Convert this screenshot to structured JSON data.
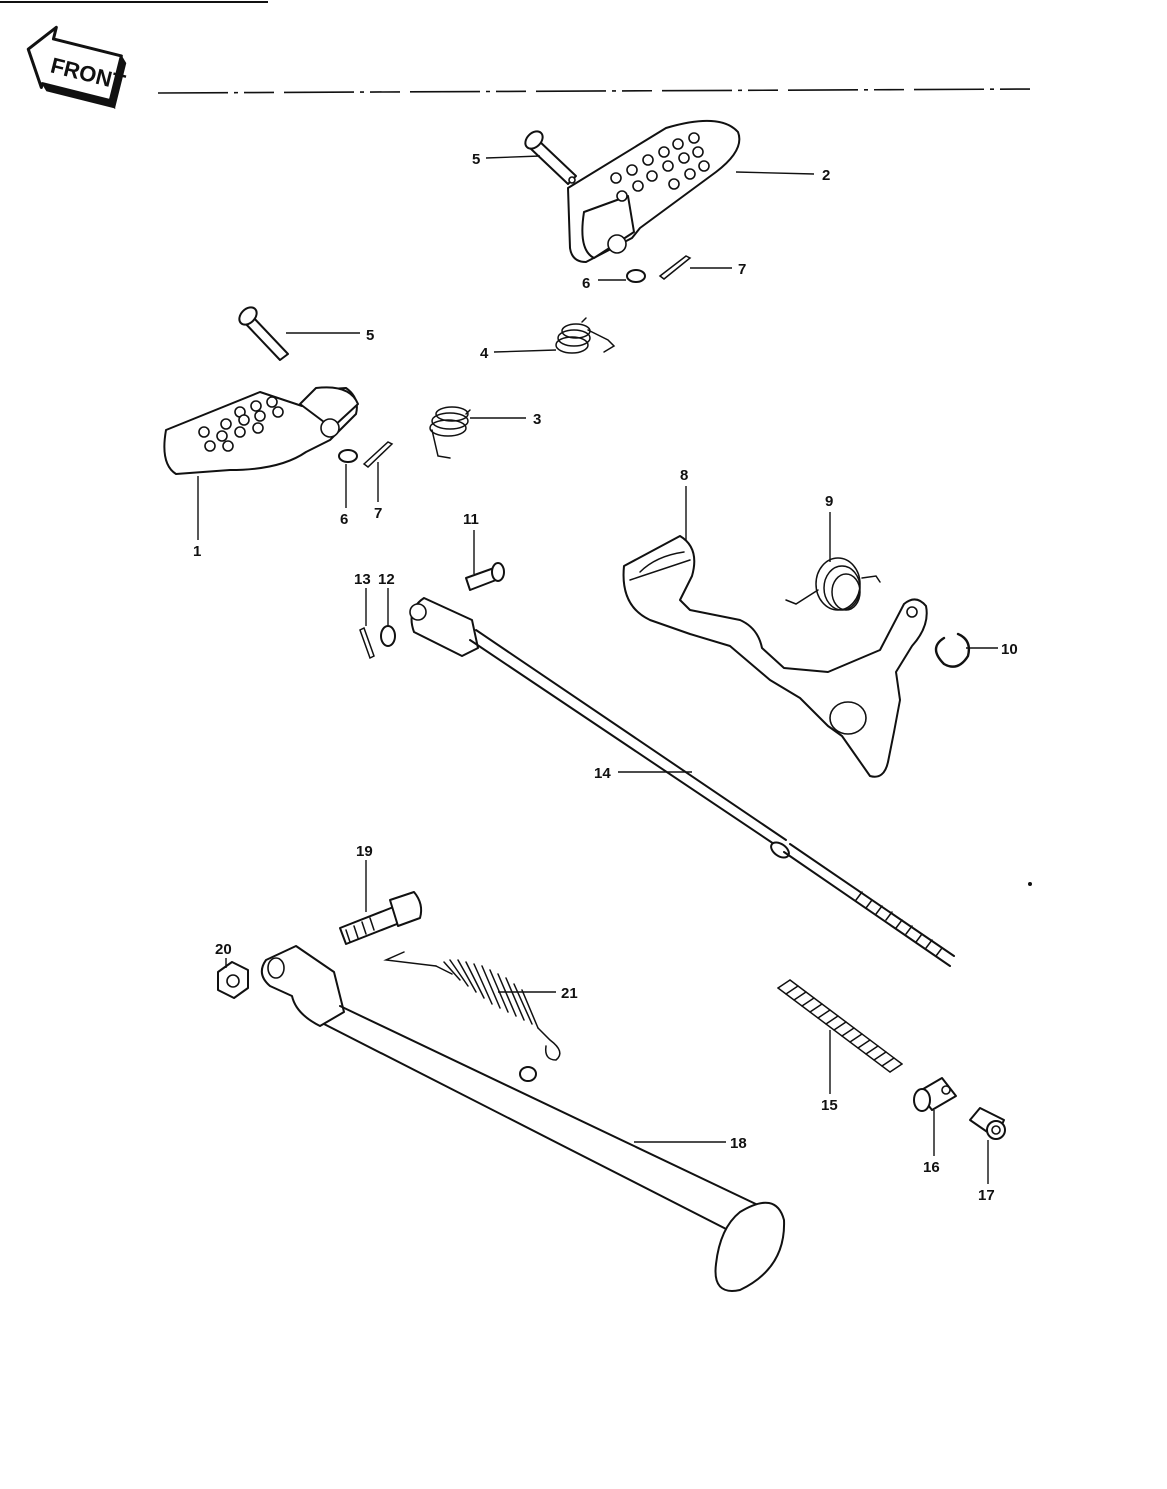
{
  "front_badge": {
    "label": "FRONT"
  },
  "callouts": {
    "c5a": "5",
    "c2": "2",
    "c6a": "6",
    "c7a": "7",
    "c5b": "5",
    "c4": "4",
    "c3": "3",
    "c6b": "6",
    "c7b": "7",
    "c1": "1",
    "c8": "8",
    "c9": "9",
    "c10": "10",
    "c11": "11",
    "c13": "13",
    "c12": "12",
    "c14": "14",
    "c19": "19",
    "c20": "20",
    "c21": "21",
    "c15": "15",
    "c16": "16",
    "c17": "17",
    "c18": "18"
  }
}
